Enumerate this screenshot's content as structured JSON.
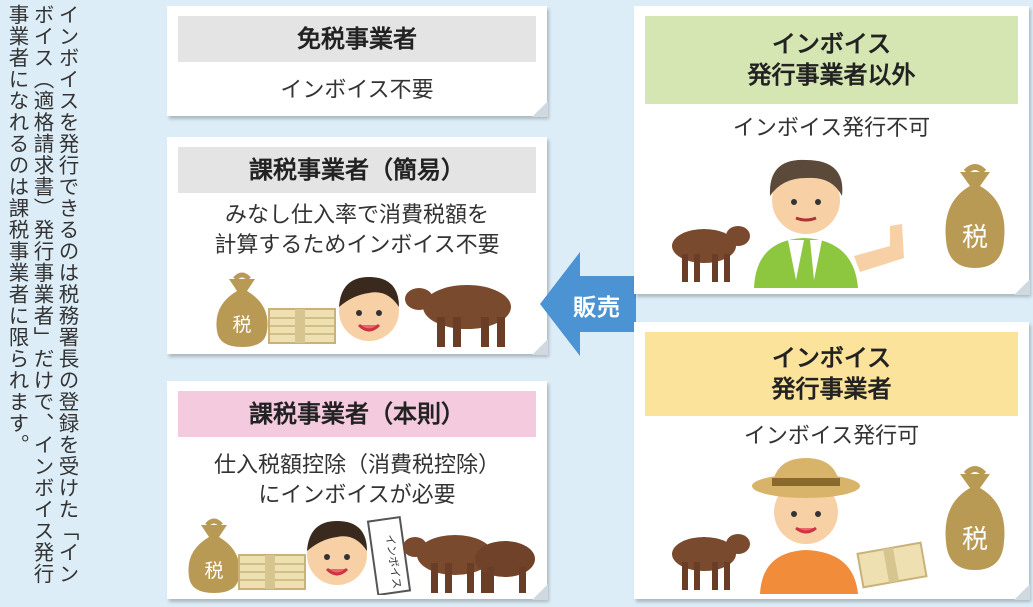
{
  "side_note": "インボイスを発行できるのは税務署長の登録を受けた「インボイス（適格請求書）発行事業者」だけで、インボイス発行事業者になれるのは課税事業者に限られます。",
  "cards": {
    "exempt": {
      "title": "免税事業者",
      "text": "インボイス不要",
      "head_color": "#e4e4e4"
    },
    "simple": {
      "title": "課税事業者（簡易）",
      "text": "みなし仕入率で消費税額を\n計算するためインボイス不要",
      "head_color": "#e4e4e4"
    },
    "principle": {
      "title": "課税事業者（本則）",
      "text": "仕入税額控除（消費税控除）\nにインボイスが必要",
      "head_color": "#f4cadf"
    },
    "non_issuer": {
      "title": "インボイス\n発行事業者以外",
      "text": "インボイス発行不可",
      "head_color": "#d5e6b3"
    },
    "issuer": {
      "title": "インボイス\n発行事業者",
      "text": "インボイス発行可",
      "head_color": "#fce39b"
    }
  },
  "arrow": {
    "label": "販売",
    "color": "#4b93d2"
  },
  "icons": {
    "tax_bag_label": "税",
    "invoice_paper_label": "インボイス"
  }
}
